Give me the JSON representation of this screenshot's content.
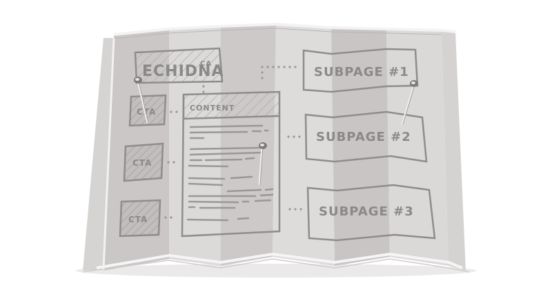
{
  "illustration": {
    "subject": "folded-paper-sitemap-sketch",
    "colors": {
      "background": "#ffffff",
      "paper_light": "#dedbdb",
      "paper_mid": "#d0cdcd",
      "paper_dark": "#c4c0c0",
      "ink": "#8a8888",
      "edge_highlight": "#f4f3f3",
      "shadow": "#e6e4e4"
    },
    "logo": {
      "label": "ECHIDNA",
      "suffix": "CA"
    },
    "content": {
      "label": "CONTENT"
    },
    "cta_boxes": [
      {
        "label": "CTA"
      },
      {
        "label": "CTA"
      },
      {
        "label": "CTA"
      }
    ],
    "subpages": [
      {
        "label": "SUBPAGE #1"
      },
      {
        "label": "SUBPAGE #2"
      },
      {
        "label": "SUBPAGE #3"
      }
    ],
    "pins": 3
  }
}
